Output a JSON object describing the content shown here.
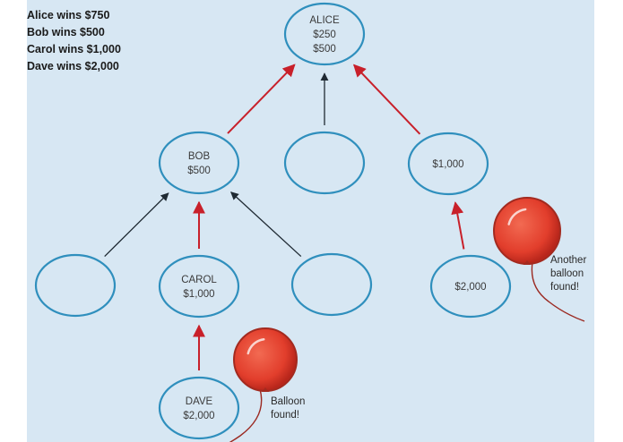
{
  "winners": [
    "Alice wins $750",
    "Bob wins $500",
    "Carol wins $1,000",
    "Dave wins $2,000"
  ],
  "nodes": [
    {
      "id": "alice",
      "lines": [
        "ALICE",
        "$250",
        "$500"
      ]
    },
    {
      "id": "bob",
      "lines": [
        "BOB",
        "$500"
      ]
    },
    {
      "id": "mid",
      "lines": []
    },
    {
      "id": "r1000",
      "lines": [
        "$1,000"
      ]
    },
    {
      "id": "l1",
      "lines": []
    },
    {
      "id": "carol",
      "lines": [
        "CAROL",
        "$1,000"
      ]
    },
    {
      "id": "l3",
      "lines": []
    },
    {
      "id": "r2000",
      "lines": [
        "$2,000"
      ]
    },
    {
      "id": "dave",
      "lines": [
        "DAVE",
        "$2,000"
      ]
    }
  ],
  "edges": [
    {
      "from": "bob",
      "to": "alice",
      "color": "#c8202a"
    },
    {
      "from": "mid",
      "to": "alice",
      "color": "#1f2a33"
    },
    {
      "from": "r1000",
      "to": "alice",
      "color": "#c8202a"
    },
    {
      "from": "l1",
      "to": "bob",
      "color": "#1f2a33"
    },
    {
      "from": "carol",
      "to": "bob",
      "color": "#c8202a"
    },
    {
      "from": "l3",
      "to": "bob",
      "color": "#1f2a33"
    },
    {
      "from": "r2000",
      "to": "r1000",
      "color": "#c8202a"
    },
    {
      "from": "dave",
      "to": "carol",
      "color": "#c8202a"
    }
  ],
  "balloons": [
    {
      "near": "dave",
      "caption": [
        "Balloon",
        "found!"
      ]
    },
    {
      "near": "r2000",
      "caption": [
        "Another",
        "balloon",
        "found!"
      ]
    }
  ],
  "colors": {
    "background": "#d7e7f3",
    "node_stroke": "#2f8fbd",
    "red_arrow": "#c8202a",
    "black_arrow": "#1f2a33",
    "balloon": "#e8402e"
  }
}
